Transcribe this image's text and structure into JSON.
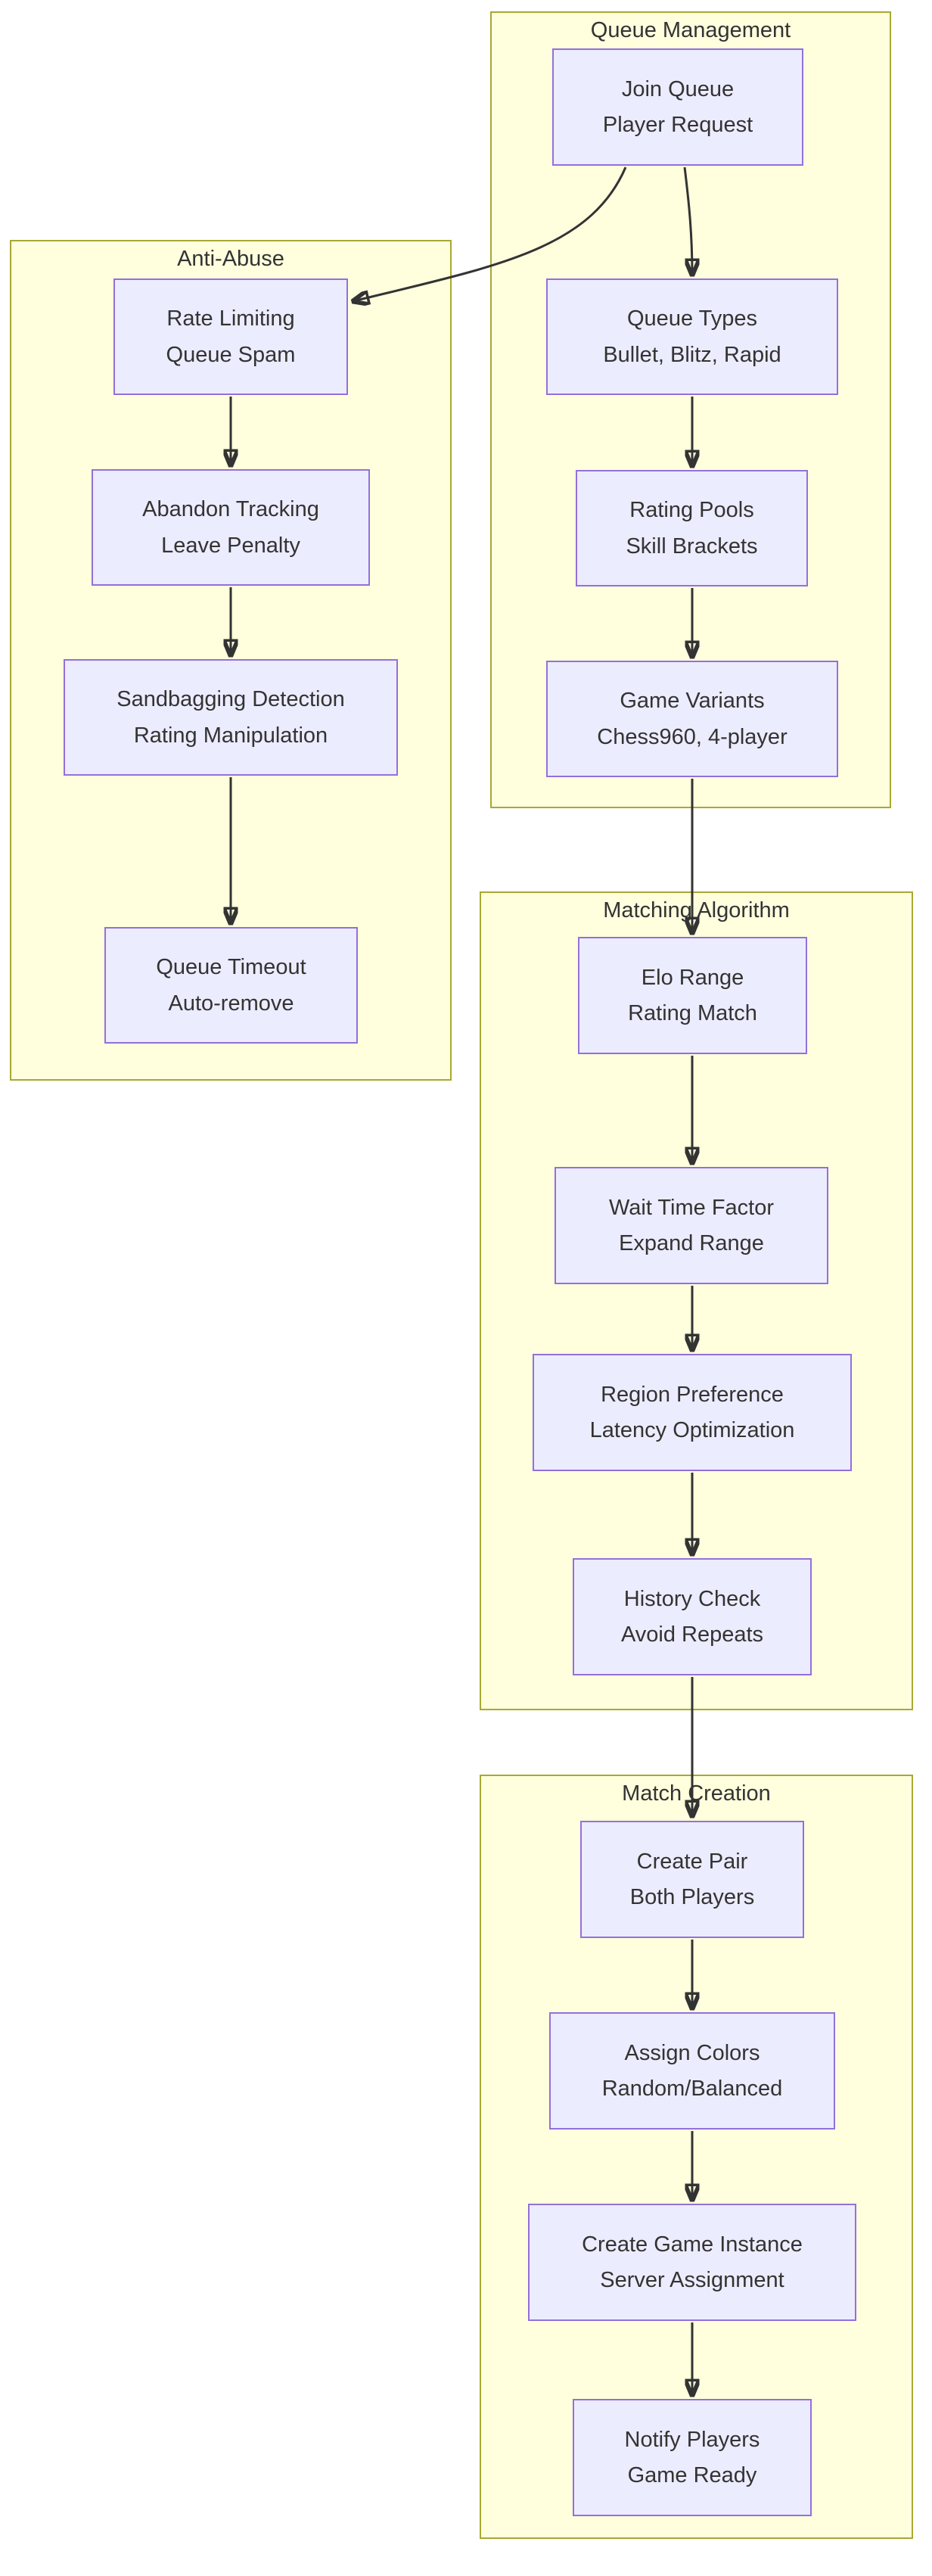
{
  "diagram": {
    "type": "flowchart",
    "colors": {
      "background": "#ffffff",
      "subgraph_fill": "#ffffde",
      "subgraph_border": "#a8a832",
      "node_fill": "#ececff",
      "node_border": "#9370db",
      "text": "#333333",
      "arrow": "#333333"
    },
    "subgraphs": [
      {
        "id": "queue-management",
        "title": "Queue Management",
        "nodes": [
          {
            "id": "join-queue",
            "line1": "Join Queue",
            "line2": "Player Request"
          },
          {
            "id": "queue-types",
            "line1": "Queue Types",
            "line2": "Bullet, Blitz, Rapid"
          },
          {
            "id": "rating-pools",
            "line1": "Rating Pools",
            "line2": "Skill Brackets"
          },
          {
            "id": "game-variants",
            "line1": "Game Variants",
            "line2": "Chess960, 4-player"
          }
        ]
      },
      {
        "id": "anti-abuse",
        "title": "Anti-Abuse",
        "nodes": [
          {
            "id": "rate-limiting",
            "line1": "Rate Limiting",
            "line2": "Queue Spam"
          },
          {
            "id": "abandon-tracking",
            "line1": "Abandon Tracking",
            "line2": "Leave Penalty"
          },
          {
            "id": "sandbagging-detection",
            "line1": "Sandbagging Detection",
            "line2": "Rating Manipulation"
          },
          {
            "id": "queue-timeout",
            "line1": "Queue Timeout",
            "line2": "Auto-remove"
          }
        ]
      },
      {
        "id": "matching-algorithm",
        "title": "Matching Algorithm",
        "nodes": [
          {
            "id": "elo-range",
            "line1": "Elo Range",
            "line2": "Rating Match"
          },
          {
            "id": "wait-time-factor",
            "line1": "Wait Time Factor",
            "line2": "Expand Range"
          },
          {
            "id": "region-preference",
            "line1": "Region Preference",
            "line2": "Latency Optimization"
          },
          {
            "id": "history-check",
            "line1": "History Check",
            "line2": "Avoid Repeats"
          }
        ]
      },
      {
        "id": "match-creation",
        "title": "Match Creation",
        "nodes": [
          {
            "id": "create-pair",
            "line1": "Create Pair",
            "line2": "Both Players"
          },
          {
            "id": "assign-colors",
            "line1": "Assign Colors",
            "line2": "Random/Balanced"
          },
          {
            "id": "create-game-instance",
            "line1": "Create Game Instance",
            "line2": "Server Assignment"
          },
          {
            "id": "notify-players",
            "line1": "Notify Players",
            "line2": "Game Ready"
          }
        ]
      }
    ],
    "edges": [
      {
        "from": "join-queue",
        "to": "rate-limiting"
      },
      {
        "from": "join-queue",
        "to": "queue-types"
      },
      {
        "from": "queue-types",
        "to": "rating-pools"
      },
      {
        "from": "rating-pools",
        "to": "game-variants"
      },
      {
        "from": "game-variants",
        "to": "elo-range"
      },
      {
        "from": "rate-limiting",
        "to": "abandon-tracking"
      },
      {
        "from": "abandon-tracking",
        "to": "sandbagging-detection"
      },
      {
        "from": "sandbagging-detection",
        "to": "queue-timeout"
      },
      {
        "from": "elo-range",
        "to": "wait-time-factor"
      },
      {
        "from": "wait-time-factor",
        "to": "region-preference"
      },
      {
        "from": "region-preference",
        "to": "history-check"
      },
      {
        "from": "history-check",
        "to": "create-pair"
      },
      {
        "from": "create-pair",
        "to": "assign-colors"
      },
      {
        "from": "assign-colors",
        "to": "create-game-instance"
      },
      {
        "from": "create-game-instance",
        "to": "notify-players"
      }
    ]
  }
}
